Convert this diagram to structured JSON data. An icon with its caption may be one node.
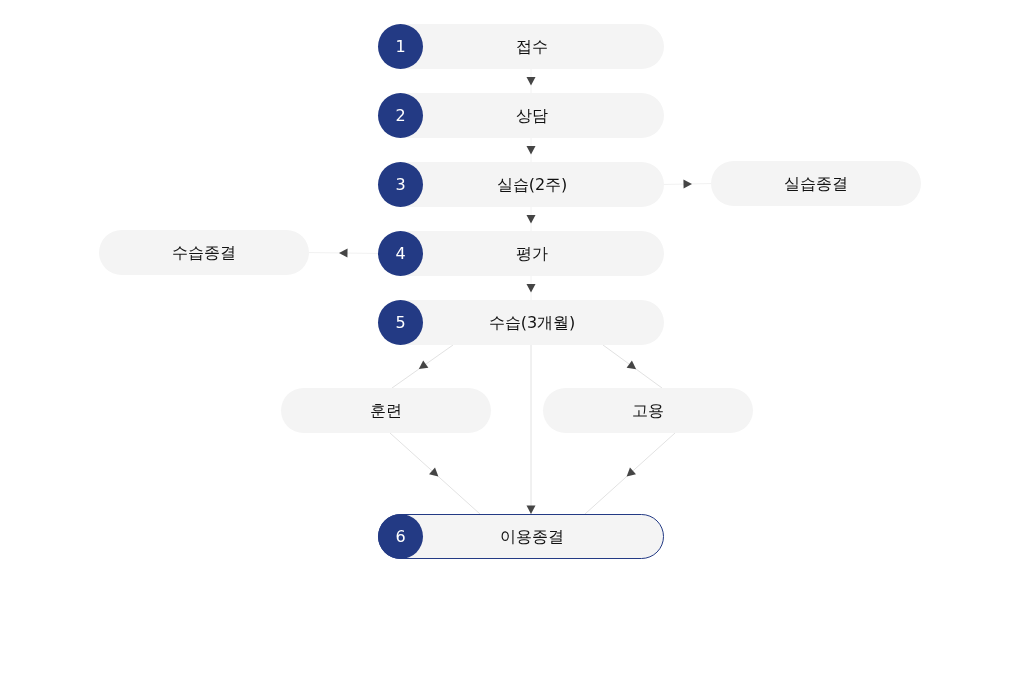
{
  "diagram": {
    "nodes": [
      {
        "text": [
          "1",
          "접수"
        ]
      },
      {
        "text": [
          "2",
          "상담"
        ]
      },
      {
        "text": [
          "3",
          "실습(2주)"
        ]
      },
      {
        "text": [
          "실습종결"
        ]
      },
      {
        "text": [
          "수습종결"
        ]
      },
      {
        "text": [
          "4",
          "평가"
        ]
      },
      {
        "text": [
          "5",
          "수습(3개월)"
        ]
      },
      {
        "text": [
          "훈련"
        ]
      },
      {
        "text": [
          "고용"
        ]
      },
      {
        "text": [
          "6",
          "이용종결"
        ]
      }
    ],
    "edges": [
      {
        "from": 0,
        "to": 1,
        "arrow": "to"
      },
      {
        "from": 1,
        "to": 2,
        "arrow": "to"
      },
      {
        "from": 2,
        "to": 3,
        "arrow": "to"
      },
      {
        "from": 2,
        "to": 5,
        "arrow": "to"
      },
      {
        "from": 5,
        "to": 4,
        "arrow": "to"
      },
      {
        "from": 5,
        "to": 6,
        "arrow": "to"
      },
      {
        "from": 6,
        "to": 7,
        "arrow": "to"
      },
      {
        "from": 6,
        "to": 8,
        "arrow": "to"
      },
      {
        "from": 6,
        "to": 9,
        "arrow": "to"
      },
      {
        "from": 7,
        "to": 9,
        "arrow": "to"
      },
      {
        "from": 8,
        "to": 9,
        "arrow": "to"
      }
    ]
  }
}
